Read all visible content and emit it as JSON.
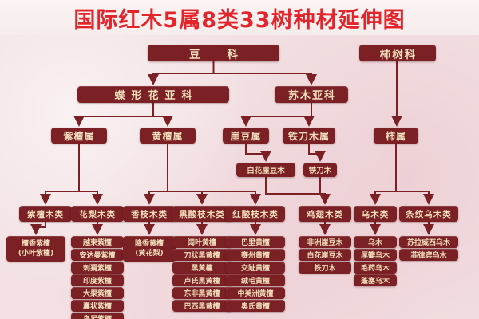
{
  "title": "国际红木5属8类33树种材延伸图",
  "colors": {
    "title_red": "#e3252b",
    "box_maroon": "#7b2024",
    "box_text_cream": "#f0debc",
    "background_pink": "#f2e0e2"
  },
  "nodes": {
    "legume": "豆科",
    "persimmon_family": "柿树科",
    "papilionoideae": "蝶形花亚科",
    "caesalpinioideae": "苏木亚科",
    "pterocarpus": "紫檀属",
    "dalbergia": "黄檀属",
    "millettia": "崖豆属",
    "senna": "铁刀木属",
    "diospyros": "柿属",
    "millettia_leucantha": "白花崖豆木",
    "senna_siamea": "铁刀木"
  },
  "categories": [
    "紫檀木类",
    "花梨木类",
    "香枝木类",
    "黑酸枝木类",
    "红酸枝木类",
    "鸡翅木类",
    "乌木类",
    "条纹乌木类"
  ],
  "species": {
    "sandalwood": {
      "name": "檀香紫檀",
      "alias": "(小叶紫檀)"
    },
    "padauk": [
      "越柬紫檀",
      "安达曼紫檀",
      "刺猬紫檀",
      "印度紫檀",
      "大果紫檀",
      "囊状紫檀",
      "鸟足紫檀"
    ],
    "scented": {
      "name": "降香黄檀",
      "alias": "(黄花梨)"
    },
    "black_rosewood": [
      "阔叶黄檀",
      "刀状黑黄檀",
      "黑黄檀",
      "卢氏黑黄檀",
      "东非黑黄檀",
      "巴西黑黄檀"
    ],
    "red_rosewood": [
      "巴里黄檀",
      "赛州黄檀",
      "交趾黄檀",
      "绒毛黄檀",
      "中美洲黄檀",
      "奥氏黄檀"
    ],
    "wenge": [
      "非洲崖豆木",
      "白花崖豆木",
      "铁刀木"
    ],
    "ebony": [
      "乌木",
      "厚瓣乌木",
      "毛药乌木",
      "蓬塞乌木"
    ],
    "striped_ebony": [
      "苏拉威西乌木",
      "菲律宾乌木"
    ]
  }
}
